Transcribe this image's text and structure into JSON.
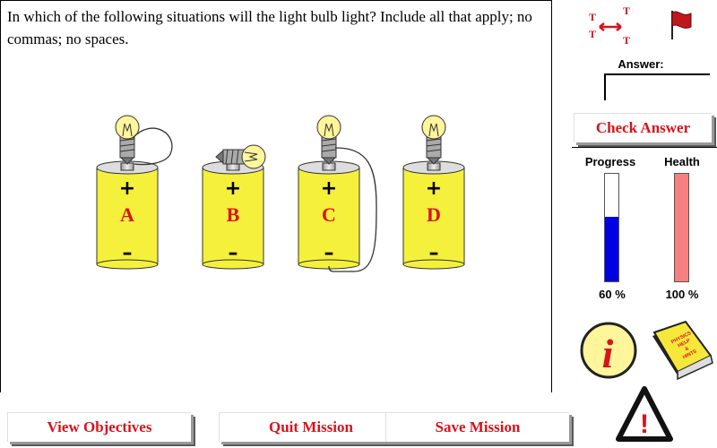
{
  "question": "In which of the following situations will the light bulb light?  Include all that apply; no commas; no spaces.",
  "batteries": [
    {
      "letter": "A",
      "plus": "+",
      "minus": "–"
    },
    {
      "letter": "B",
      "plus": "+",
      "minus": "–"
    },
    {
      "letter": "C",
      "plus": "+",
      "minus": "–"
    },
    {
      "letter": "D",
      "plus": "+",
      "minus": "–"
    }
  ],
  "answer": {
    "label": "Answer:",
    "value": ""
  },
  "check_button": "Check Answer",
  "progress": {
    "label": "Progress",
    "percent": 60,
    "value_text": "60 %",
    "color": "#0000e0"
  },
  "health": {
    "label": "Health",
    "percent": 100,
    "value_text": "100 %",
    "color": "#f48080"
  },
  "book": {
    "line1": "PHYSICS",
    "line2": "HELP",
    "line3": "&",
    "line4": "HINTS"
  },
  "info_icon": {
    "glyph": "i"
  },
  "warning_icon": {
    "glyph": "!"
  },
  "toolbar": {
    "glyph": "T"
  },
  "bottom_buttons": {
    "objectives": "View Objectives",
    "quit": "Quit Mission",
    "save": "Save Mission"
  },
  "colors": {
    "accent": "#d6141b",
    "battery": "#f5f03b",
    "bulb": "#fff59a"
  }
}
